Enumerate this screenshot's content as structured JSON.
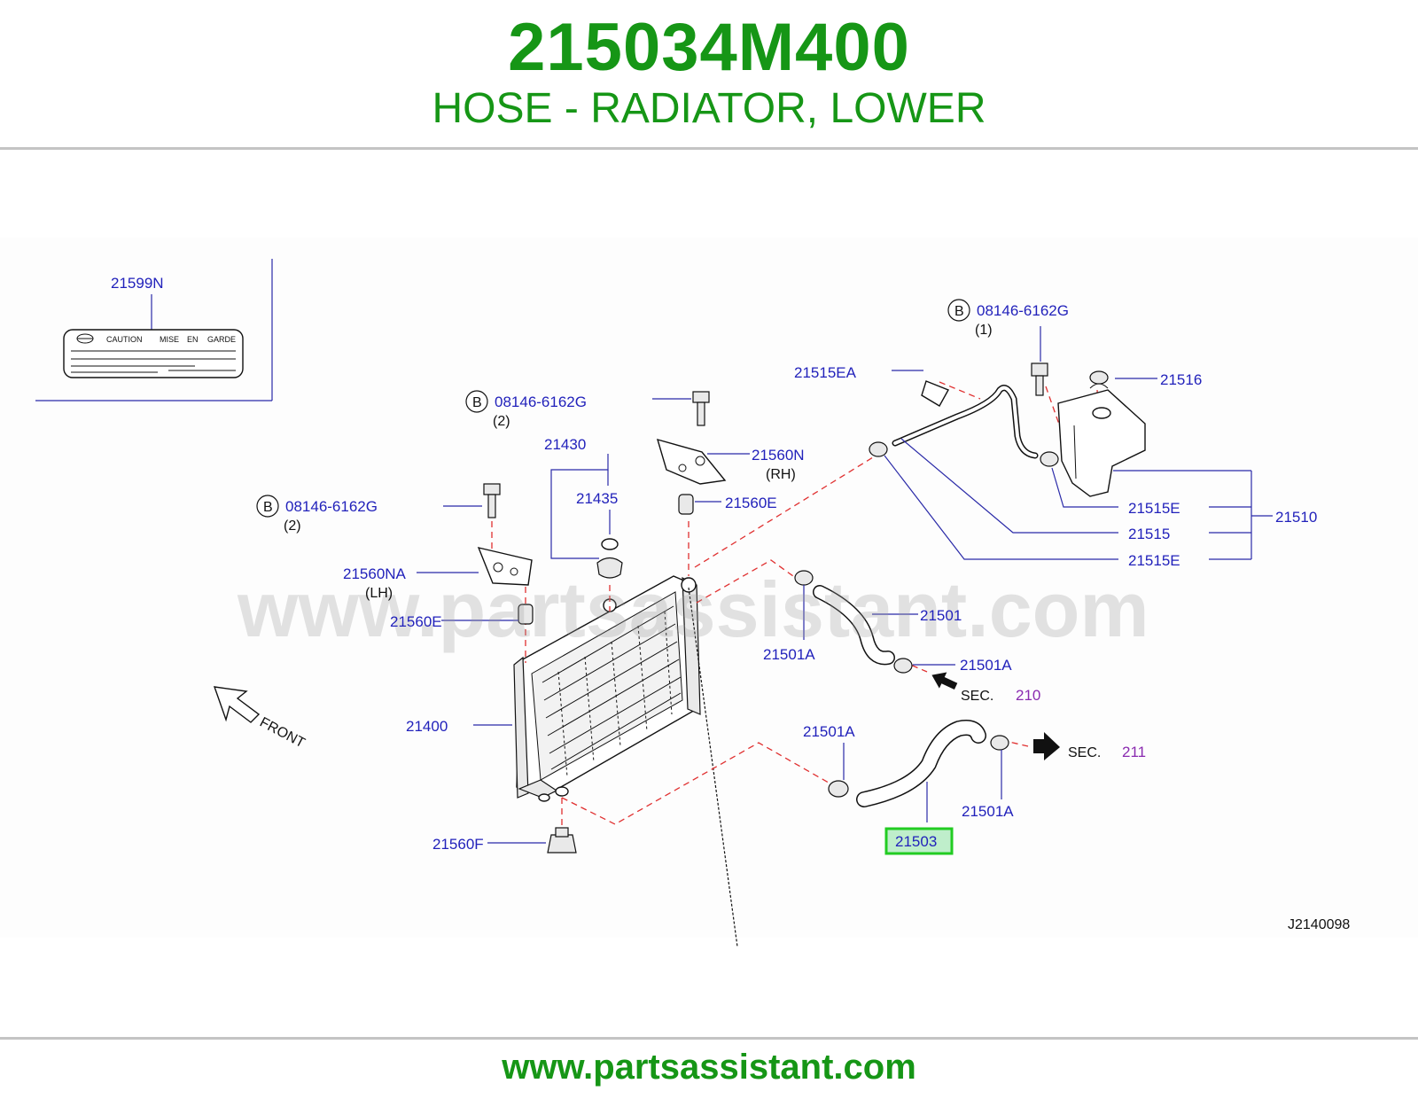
{
  "header": {
    "part_number": "215034M400",
    "description": "HOSE - RADIATOR, LOWER"
  },
  "footer": {
    "url": "www.partsassistant.com"
  },
  "watermark": "www.partsassistant.com",
  "diagram_id": "J2140098",
  "highlight_color": "#22cc22",
  "brand_color": "#169616",
  "label_card": {
    "part": "21599N",
    "caution": "CAUTION",
    "mise": "MISE",
    "en": "EN",
    "garde": "GARDE"
  },
  "front_label": "FRONT",
  "callouts": {
    "b_letter": "B",
    "bolt_top": "08146-6162G",
    "bolt_top_qty": "(1)",
    "bolt_mid": "08146-6162G",
    "bolt_mid_qty": "(2)",
    "bolt_left": "08146-6162G",
    "bolt_left_qty": "(2)",
    "p21515EA": "21515EA",
    "p21516": "21516",
    "p21430": "21430",
    "p21435": "21435",
    "p21560N": "21560N",
    "rh": "(RH)",
    "p21560E_top": "21560E",
    "p21560NA": "21560NA",
    "lh": "(LH)",
    "p21560E_left": "21560E",
    "p21515E_top": "21515E",
    "p21515": "21515",
    "p21515E_bottom": "21515E",
    "p21510": "21510",
    "p21501": "21501",
    "p21501A_1": "21501A",
    "p21501A_2": "21501A",
    "p21501A_3": "21501A",
    "p21501A_4": "21501A",
    "sec_word_1": "SEC.",
    "sec_num_1": "210",
    "sec_word_2": "SEC.",
    "sec_num_2": "211",
    "p21400": "21400",
    "p21560F": "21560F",
    "p21503": "21503"
  }
}
